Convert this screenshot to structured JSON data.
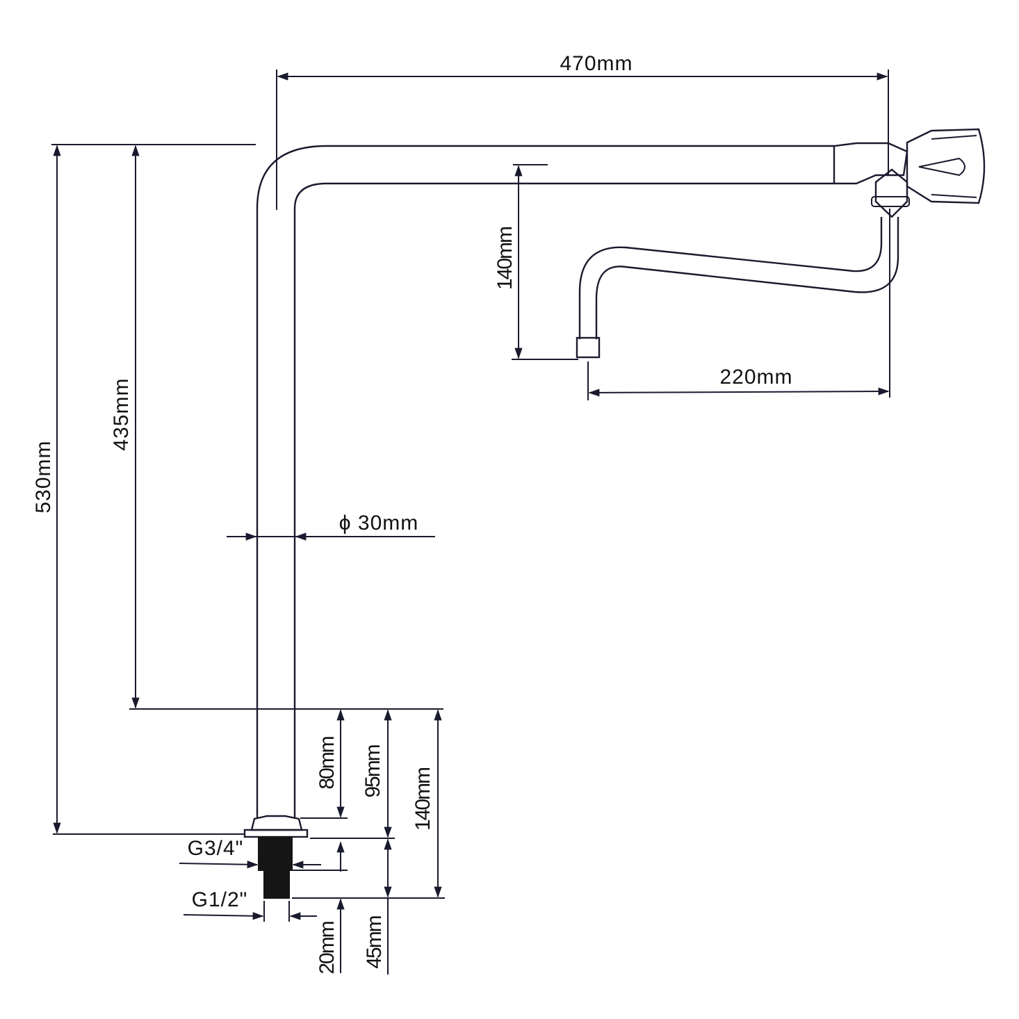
{
  "diagram": {
    "dimensions": {
      "spout_reach_total": "470mm",
      "spout_reach_outlet": "220mm",
      "outlet_drop": "140mm",
      "total_height": "530mm",
      "column_height": "435mm",
      "pipe_diameter": "ϕ 30mm",
      "base_80": "80mm",
      "base_95": "95mm",
      "base_140": "140mm",
      "thread_20": "20mm",
      "thread_45": "45mm"
    },
    "threads": {
      "upper": "G3/4\"",
      "lower": "G1/2\""
    },
    "colors": {
      "line": "#1a1a2e",
      "thread_fill": "#151515",
      "background": "#ffffff"
    }
  }
}
